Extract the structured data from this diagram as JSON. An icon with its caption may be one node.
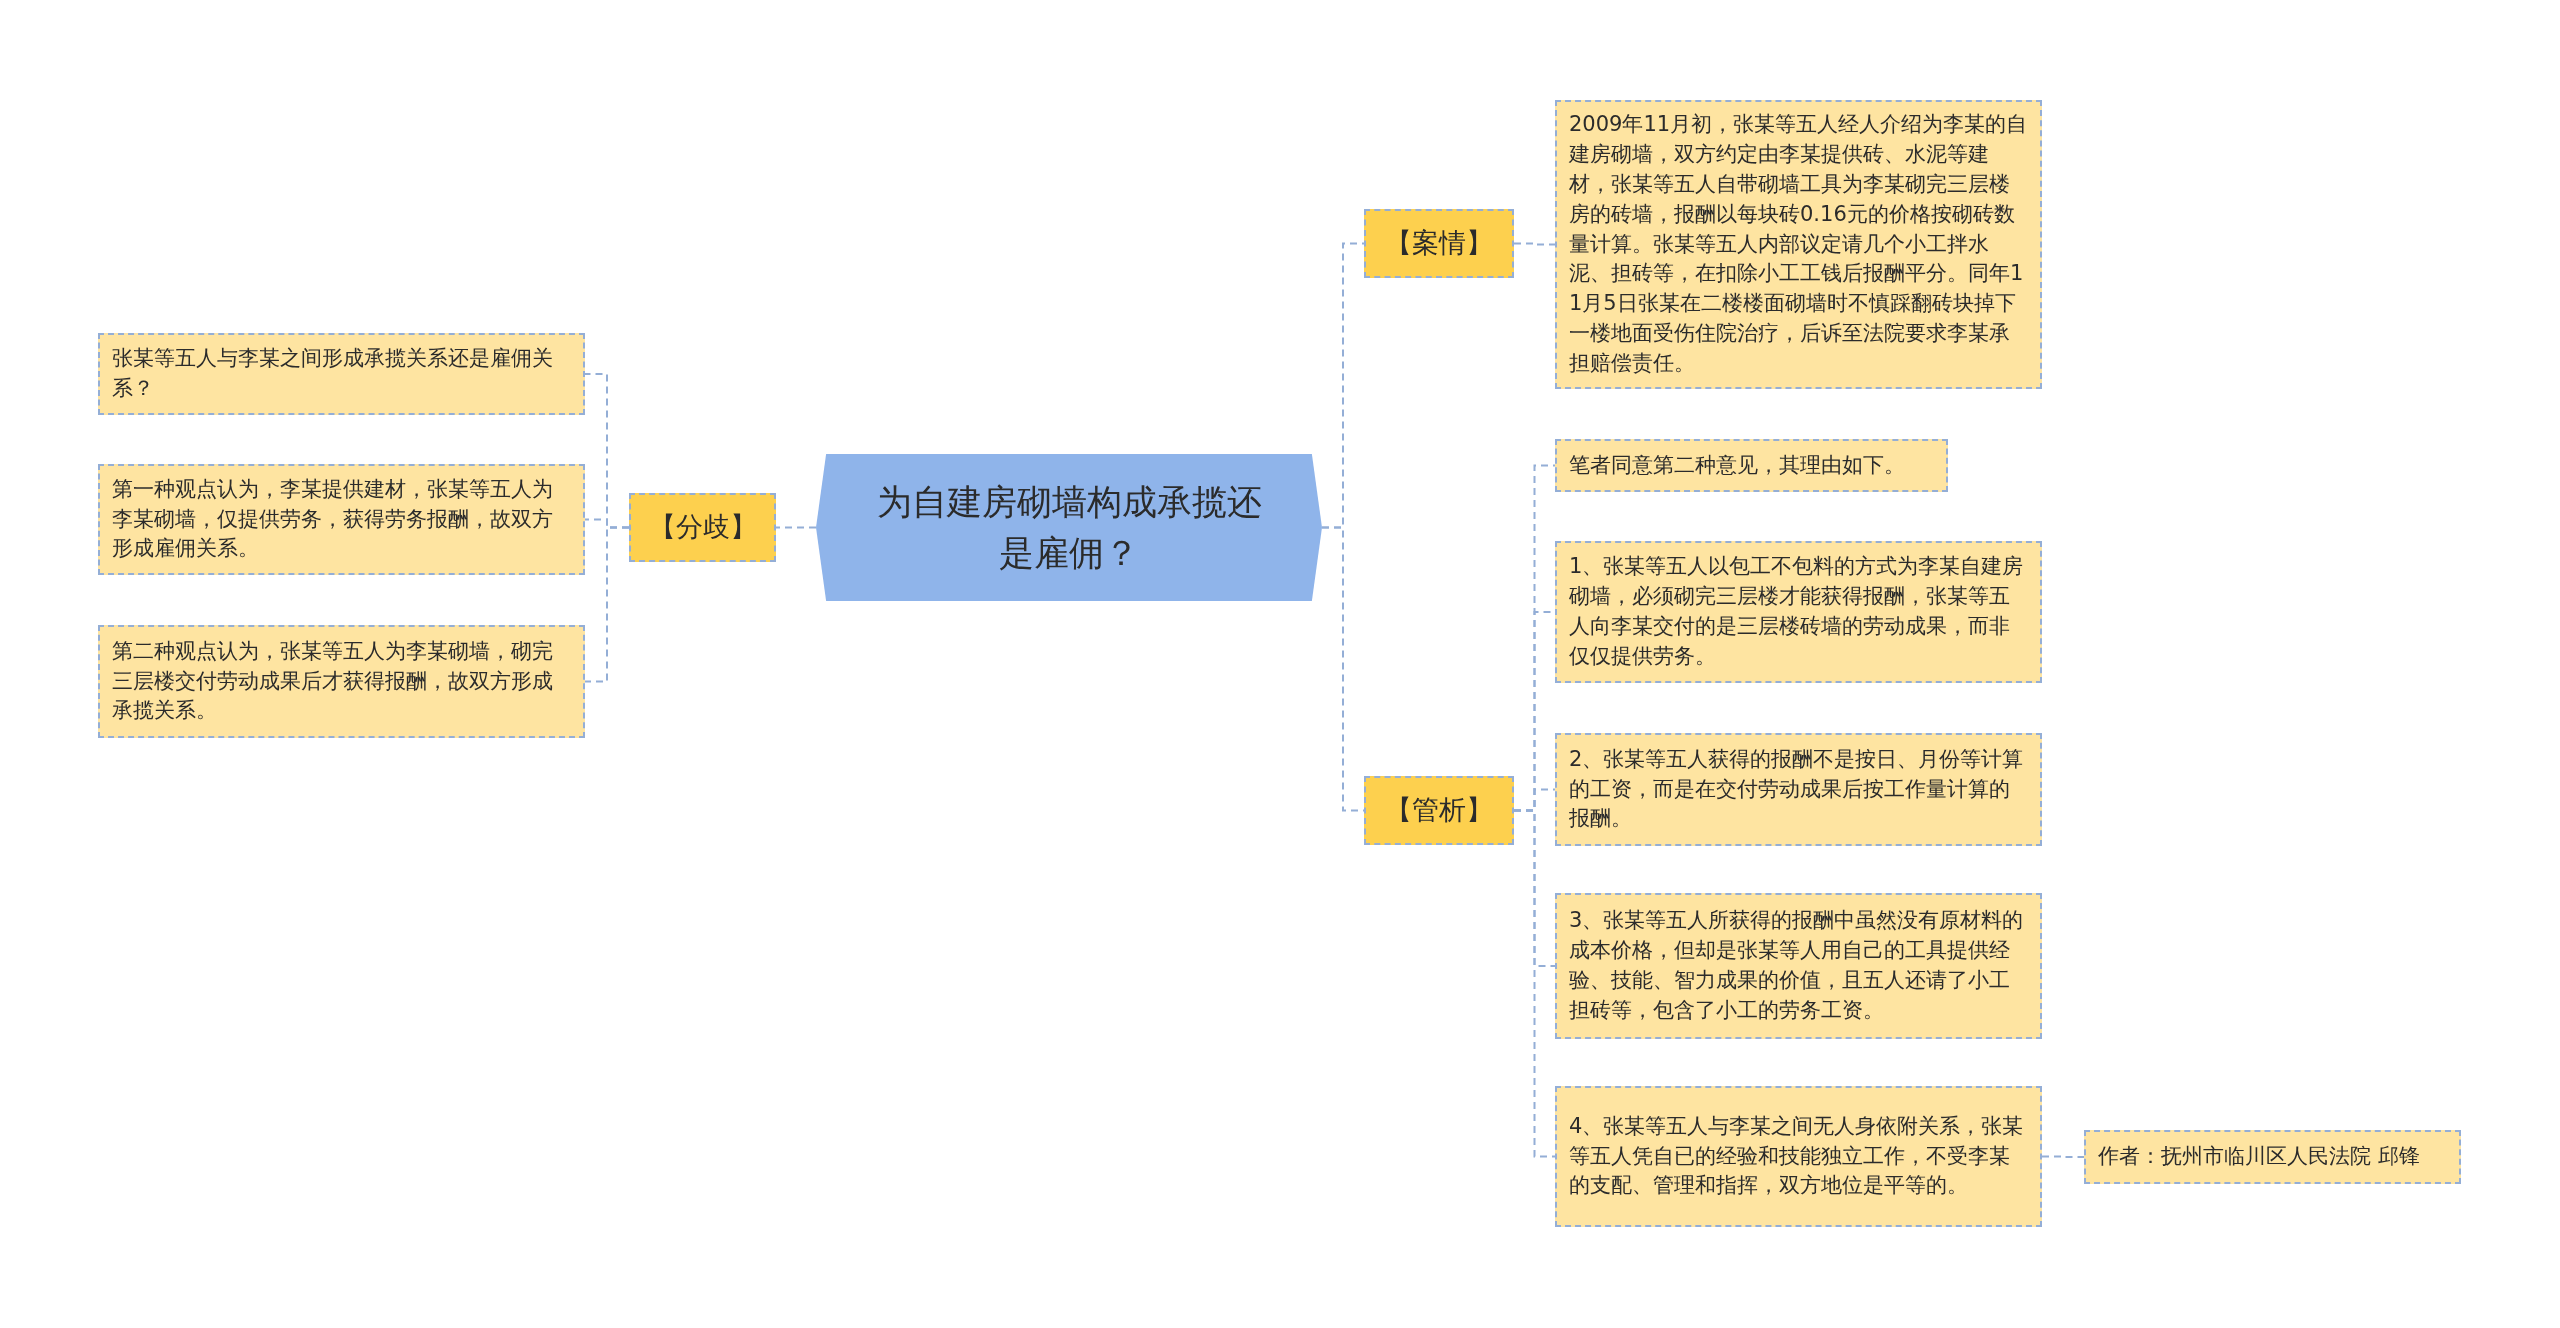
{
  "diagram": {
    "nodes": [
      {
        "text": [
          "为自建房砌墙构成承揽还是雇佣？"
        ]
      },
      {
        "text": [
          "【分歧】"
        ]
      },
      {
        "text": [
          "张某等五人与李某之间形成承揽关系还是雇佣关系？"
        ]
      },
      {
        "text": [
          "第一种观点认为，李某提供建材，张某等五人为李某砌墙，仅提供劳务，获得劳务报酬，故双方形成雇佣关系。"
        ]
      },
      {
        "text": [
          "第二种观点认为，张某等五人为李某砌墙，砌完三层楼交付劳动成果后才获得报酬，故双方形成承揽关系。"
        ]
      },
      {
        "text": [
          "【案情】"
        ]
      },
      {
        "text": [
          "2009年11月初，张某等五人经人介绍为李某的自建房砌墙，双方约定由李某提供砖、水泥等建材，张某等五人自带砌墙工具为李某砌完三层楼房的砖墙，报酬以每块砖0.16元的价格按砌砖数量计算。张某等五人内部议定请几个小工拌水泥、担砖等，在扣除小工工钱后报酬平分。同年11月5日张某在二楼楼面砌墙时不慎踩翻砖块掉下一楼地面受伤住院治疗，后诉至法院要求李某承担赔偿责任。"
        ]
      },
      {
        "text": [
          "【管析】"
        ]
      },
      {
        "text": [
          "笔者同意第二种意见，其理由如下。"
        ]
      },
      {
        "text": [
          "1、张某等五人以包工不包料的方式为李某自建房砌墙，必须砌完三层楼才能获得报酬，张某等五人向李某交付的是三层楼砖墙的劳动成果，而非仅仅提供劳务。"
        ]
      },
      {
        "text": [
          "2、张某等五人获得的报酬不是按日、月份等计算的工资，而是在交付劳动成果后按工作量计算的报酬。"
        ]
      },
      {
        "text": [
          "3、张某等五人所获得的报酬中虽然没有原材料的成本价格，但却是张某等人用自己的工具提供经验、技能、智力成果的价值，且五人还请了小工担砖等，包含了小工的劳务工资。"
        ]
      },
      {
        "text": [
          "4、张某等五人与李某之间无人身依附关系，张某等五人凭自已的经验和技能独立工作，不受李某的支配、管理和指挥，双方地位是平等的。"
        ]
      },
      {
        "text": [
          "作者：抚州市临川区人民法院 邱锋"
        ]
      }
    ],
    "edges": [
      {
        "from": 0,
        "to": 1,
        "arrow": "none"
      },
      {
        "from": 1,
        "to": 2,
        "arrow": "none"
      },
      {
        "from": 1,
        "to": 3,
        "arrow": "none"
      },
      {
        "from": 1,
        "to": 4,
        "arrow": "none"
      },
      {
        "from": 0,
        "to": 5,
        "arrow": "none"
      },
      {
        "from": 5,
        "to": 6,
        "arrow": "none"
      },
      {
        "from": 0,
        "to": 7,
        "arrow": "none"
      },
      {
        "from": 7,
        "to": 8,
        "arrow": "none"
      },
      {
        "from": 7,
        "to": 9,
        "arrow": "none"
      },
      {
        "from": 7,
        "to": 10,
        "arrow": "none"
      },
      {
        "from": 7,
        "to": 11,
        "arrow": "none"
      },
      {
        "from": 7,
        "to": 12,
        "arrow": "none"
      },
      {
        "from": 12,
        "to": 13,
        "arrow": "none"
      }
    ]
  }
}
